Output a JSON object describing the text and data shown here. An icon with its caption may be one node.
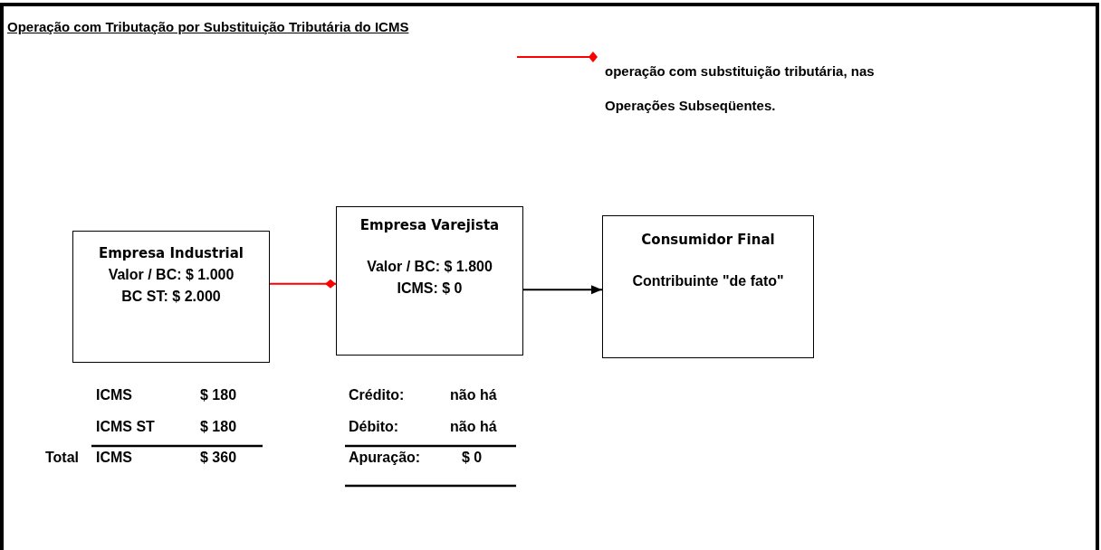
{
  "diagram": {
    "title": "Operação com Tributação por Substituição Tributária do ICMS",
    "nodes": [
      {
        "text": [
          "Empresa Industrial",
          "Valor / BC: $ 1.000",
          "BC ST: $ 2.000"
        ]
      },
      {
        "text": [
          "Empresa Varejista",
          "Valor / BC: $ 1.800",
          "ICMS: $ 0"
        ]
      },
      {
        "text": [
          "Consumidor Final",
          "Contribuinte \"de fato\""
        ]
      }
    ],
    "edges": [
      {
        "from": 0,
        "to": 1,
        "arrow": "other",
        "color": "#ff0000"
      },
      {
        "from": 1,
        "to": 2,
        "arrow": "to",
        "color": "#000000"
      }
    ],
    "labels": [
      "ICMS",
      "$ 180",
      "ICMS ST",
      "$ 180",
      "Total",
      "ICMS",
      "$ 360",
      "Crédito:",
      "não há",
      "Débito:",
      "não há",
      "Apuração:",
      "$ 0"
    ],
    "legend": [
      {
        "text": "operação com substituição tributária, nas Operações Subseqüentes."
      }
    ]
  }
}
